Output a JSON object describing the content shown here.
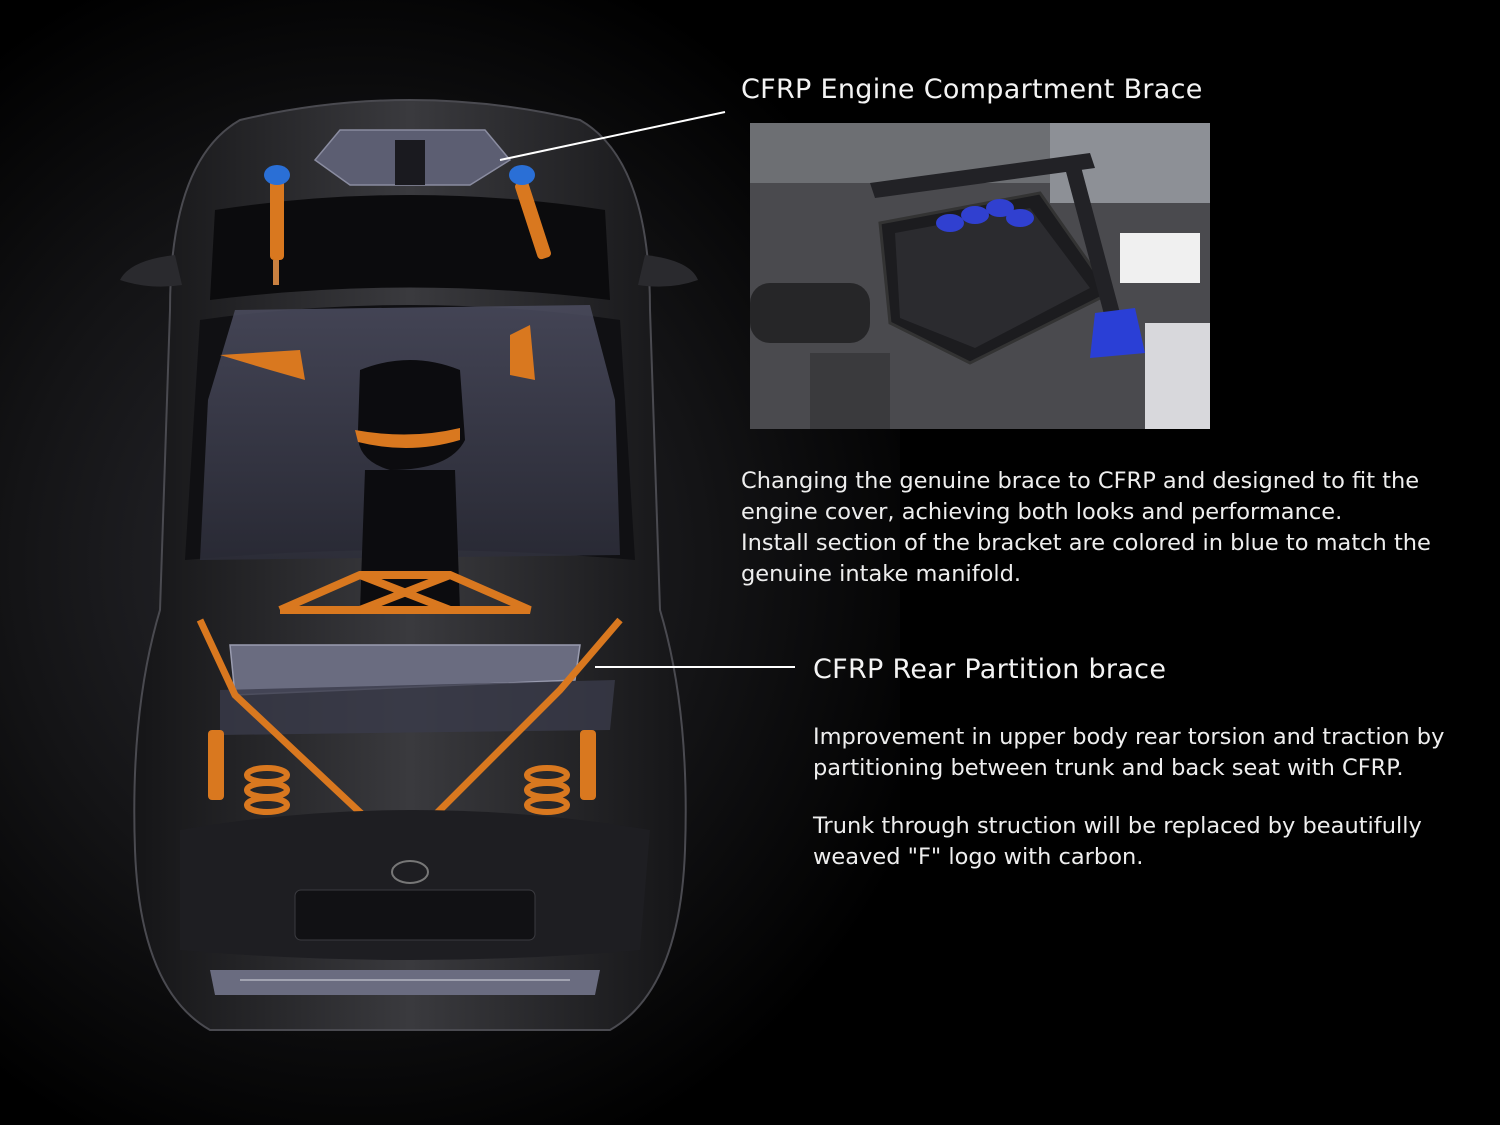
{
  "engine_brace": {
    "title": "CFRP Engine Compartment Brace",
    "description_1": "Changing the genuine brace to CFRP and designed to fit the engine cover, achieving both looks and performance.",
    "description_2": "Install section of the bracket are colored in blue to match the genuine intake manifold."
  },
  "rear_brace": {
    "title": "CFRP Rear Partition brace",
    "description_1": "Improvement in upper body rear torsion and traction by partitioning between trunk and back seat with CFRP.",
    "description_2": "Trunk through struction will be replaced by beautifully weaved \"F\" logo with carbon."
  },
  "colors": {
    "background": "#000000",
    "brace_orange": "#d9781f",
    "mount_blue": "#2a6fd6",
    "panel_slate": "#5c5e72",
    "text": "#f2f2f2"
  }
}
